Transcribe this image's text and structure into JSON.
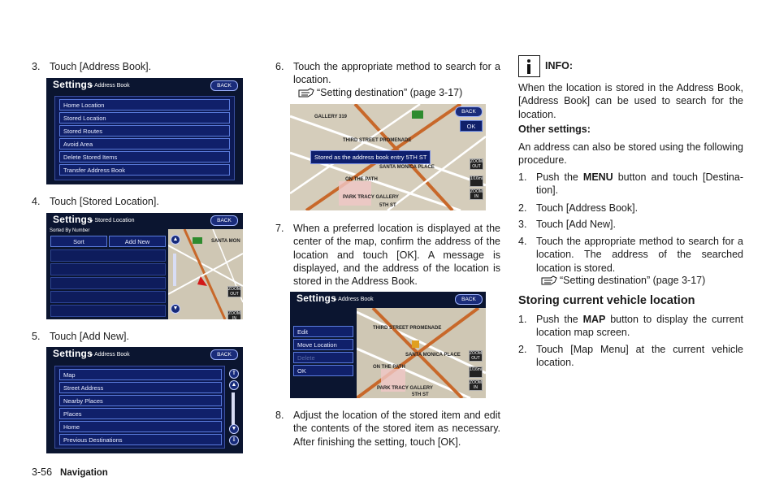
{
  "left": {
    "step3": {
      "num": "3.",
      "text": "Touch [Address Book]."
    },
    "screen_a": {
      "title": "Settings",
      "crumb": "Address Book",
      "back": "BACK",
      "items": [
        "Home Location",
        "Stored Location",
        "Stored Routes",
        "Avoid Area",
        "Delete Stored Items",
        "Transfer Address Book"
      ]
    },
    "step4": {
      "num": "4.",
      "text": "Touch [Stored Location]."
    },
    "screen_b": {
      "title": "Settings",
      "crumb": "Stored Location",
      "back": "BACK",
      "sorted": "Sorted By Number",
      "sort_btn": "Sort",
      "add_btn": "Add New",
      "map_label": "SANTA MON",
      "zoom_out": "ZOOM OUT",
      "zoom_in": "ZOOM IN"
    },
    "step5": {
      "num": "5.",
      "text": "Touch [Add New]."
    },
    "screen_c": {
      "title": "Settings",
      "crumb": "Address Book",
      "back": "BACK",
      "items": [
        "Map",
        "Street Address",
        "Nearby Places",
        "Places",
        "Home",
        "Previous Destinations"
      ]
    }
  },
  "middle": {
    "step6": {
      "num": "6.",
      "text": "Touch the appropriate method to search for a location."
    },
    "step6_ref": "“Setting destination” (page 3-17)",
    "screen_d": {
      "back": "BACK",
      "ok": "OK",
      "toast": "Stored as the address book entry 5TH ST",
      "labels": [
        "GALLERY 319",
        "THIRD STREET PROMENADE",
        "SANTA MONICA PLACE",
        "ON THE PATH",
        "PARK TRACY GALLERY",
        "5TH ST"
      ],
      "zoom_out": "ZOOM OUT",
      "zoom_in": "ZOOM IN",
      "scale": "1/16mi"
    },
    "step7": {
      "num": "7.",
      "text": "When a preferred location is displayed at the center of the map, confirm the address of the location and touch [OK]. A message is displayed, and the address of the location is stored in the Address Book."
    },
    "screen_e": {
      "title": "Settings",
      "crumb": "Address Book",
      "back": "BACK",
      "items": [
        "Edit",
        "Move Location",
        "Delete",
        "OK"
      ],
      "labels": [
        "THIRD STREET PROMENADE",
        "SANTA MONICA PLACE",
        "ON THE PATH",
        "PARK TRACY GALLERY",
        "5TH ST"
      ],
      "zoom_out": "ZOOM OUT",
      "zoom_in": "ZOOM IN",
      "scale": "1/16mi"
    },
    "step8": {
      "num": "8.",
      "text": "Adjust the location of the stored item and edit the contents of the stored item as necessary. After finishing the setting, touch [OK]."
    }
  },
  "right": {
    "info_title": "INFO:",
    "info_text": "When the location is stored in the Address Book, [Address Book] can be used to search for the location.",
    "other_head": "Other settings:",
    "other_text": "An address can also be stored using the following procedure.",
    "o1": {
      "num": "1.",
      "pre": "Push the ",
      "bold": "MENU",
      "post": " button and touch [Destina-tion]."
    },
    "o2": {
      "num": "2.",
      "text": "Touch [Address Book]."
    },
    "o3": {
      "num": "3.",
      "text": "Touch [Add New]."
    },
    "o4": {
      "num": "4.",
      "text": "Touch the appropriate method to search for a location. The address of the searched location is stored."
    },
    "o4_ref": "“Setting destination” (page 3-17)",
    "section": "Storing current vehicle location",
    "s1": {
      "num": "1.",
      "pre": "Push the ",
      "bold": "MAP",
      "post": " button to display the current location map screen."
    },
    "s2": {
      "num": "2.",
      "text": "Touch [Map Menu] at the current vehicle location."
    }
  },
  "footer": {
    "page": "3-56",
    "section": "Navigation"
  }
}
